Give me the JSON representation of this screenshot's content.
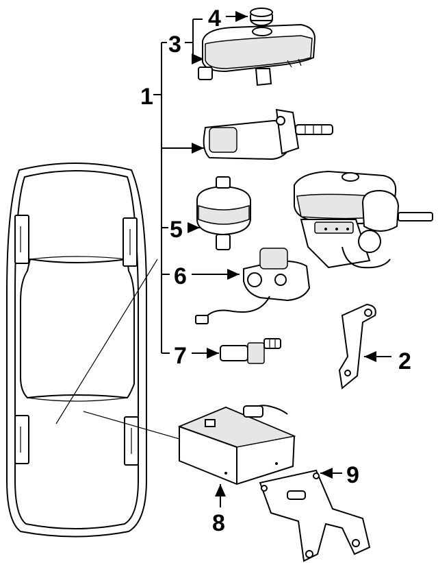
{
  "callouts": {
    "c1": "1",
    "c2": "2",
    "c3": "3",
    "c4": "4",
    "c5": "5",
    "c6": "6",
    "c7": "7",
    "c8": "8",
    "c9": "9"
  },
  "colors": {
    "ink": "#000000",
    "paper": "#ffffff",
    "shade": "#e6e6e6"
  }
}
